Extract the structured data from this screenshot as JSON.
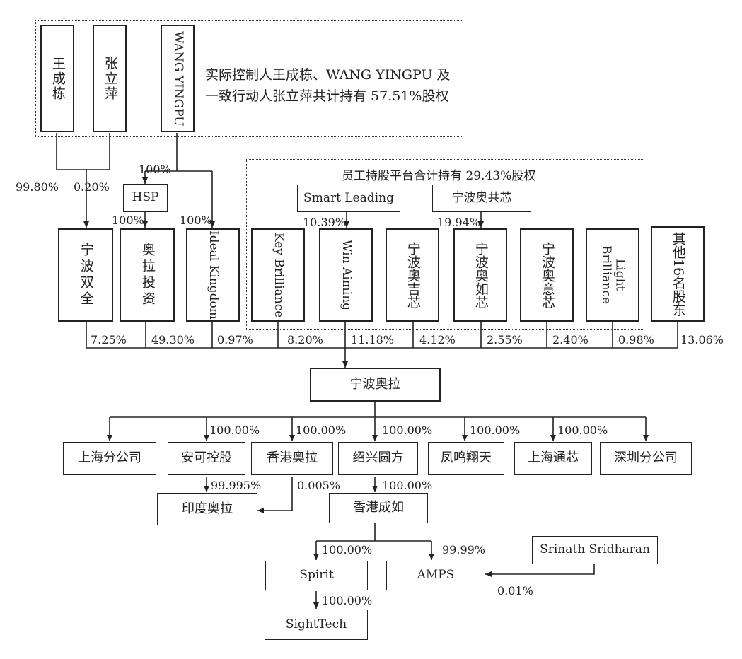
{
  "top_group": {
    "persons": [
      "王成栋",
      "张立萍",
      "WANG YINGPU"
    ],
    "note_line1": "实际控制人王成栋、WANG YINGPU 及",
    "note_line2": "一致行动人张立萍共计持有 57.51%股权"
  },
  "esop_group": {
    "title": "员工持股平台合计持有 29.43%股权",
    "smart_leading": "Smart Leading",
    "ningbo_aogongxin": "宁波奥共芯"
  },
  "nodes": {
    "hsp": "HSP",
    "ningbo_shuangquan": "宁波双全",
    "aola_touzi": "奥拉投资",
    "ideal_kingdom": "Ideal Kingdom",
    "key_brilliance": "Key Brilliance",
    "win_aiming": "Win Aiming",
    "ningbo_aojixin": "宁波奥吉芯",
    "ningbo_aoruxin": "宁波奥如芯",
    "ningbo_aoyixin": "宁波奥意芯",
    "light_brilliance": "Light Brilliance",
    "other_holders": "其他16名股东",
    "ningbo_aola": "宁波奥拉",
    "shanghai_branch": "上海分公司",
    "anke_konggu": "安可控股",
    "xianggang_aola": "香港奥拉",
    "shaoxing_yuanfang": "绍兴圆方",
    "fengming_xiangtian": "凤鸣翔天",
    "shanghai_tongxin": "上海通芯",
    "shenzhen_branch": "深圳分公司",
    "yindu_aola": "印度奥拉",
    "xianggang_chengru": "香港成如",
    "spirit": "Spirit",
    "amps": "AMPS",
    "srinath": "Srinath Sridharan",
    "sighttech": "SightTech"
  },
  "percent_labels": {
    "p_wang_sq": "99.80%",
    "p_zhang_sq": "0.20%",
    "p_wy_hsp": "100%",
    "p_hsp_ola": "100%",
    "p_wy_ideal": "100%",
    "p_smart_win": "10.39%",
    "p_gong_ru": "19.94%",
    "p_sq": "7.25%",
    "p_ola": "49.30%",
    "p_ideal": "0.97%",
    "p_key": "8.20%",
    "p_win": "11.18%",
    "p_ji": "4.12%",
    "p_ru": "2.55%",
    "p_yi": "2.40%",
    "p_light": "0.98%",
    "p_other": "13.06%",
    "p_sub1": "100.00%",
    "p_sub2": "100.00%",
    "p_sub3": "100.00%",
    "p_sub4": "100.00%",
    "p_sub5": "100.00%",
    "p_anke_yd": "99.995%",
    "p_hk_yd": "0.005%",
    "p_sx_hkcr": "100.00%",
    "p_hkcr_spirit": "100.00%",
    "p_hkcr_amps": "99.99%",
    "p_srinath_amps": "0.01%",
    "p_spirit_st": "100.00%"
  }
}
